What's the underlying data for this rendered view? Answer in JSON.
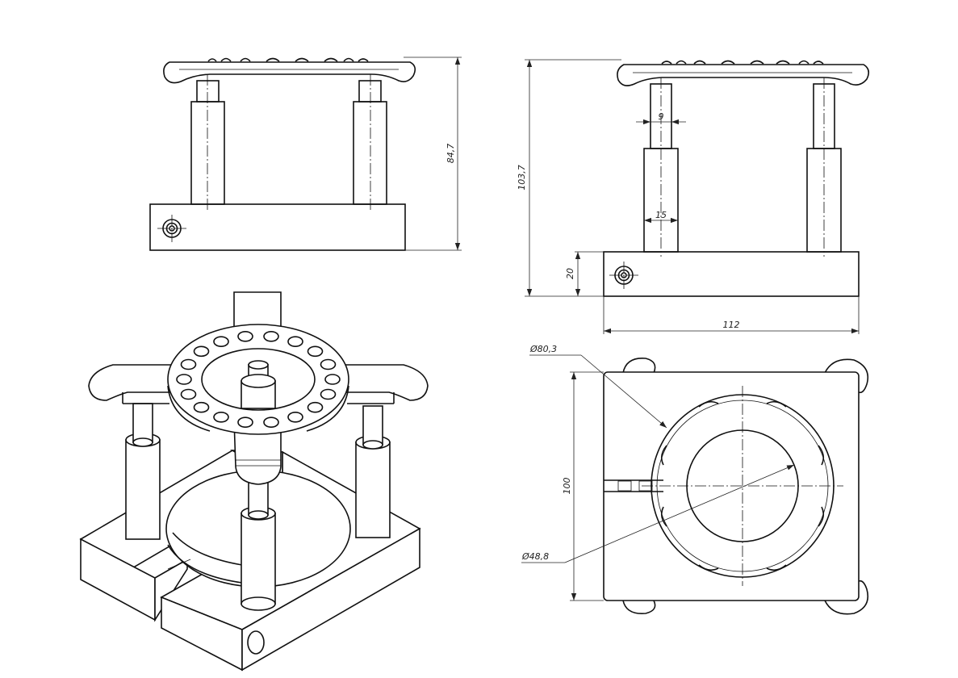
{
  "drawing": {
    "dimensions": {
      "front_height": "84,7",
      "side_height": "103,7",
      "rod_diameter": "9",
      "tube_diameter": "15",
      "base_height": "20",
      "base_width": "112",
      "ring_outer_diameter": "Ø80,3",
      "ring_inner_diameter": "Ø48,8",
      "plan_depth": "100"
    }
  }
}
